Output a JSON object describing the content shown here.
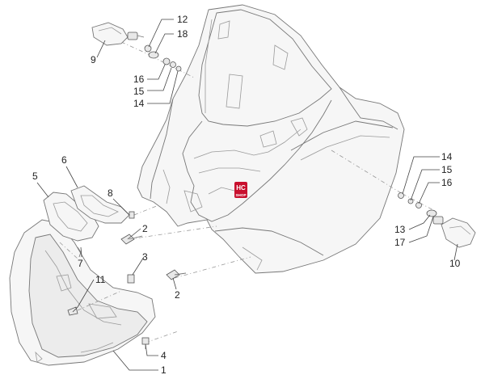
{
  "callouts": [
    {
      "id": "c9",
      "text": "9"
    },
    {
      "id": "c12",
      "text": "12"
    },
    {
      "id": "c18",
      "text": "18"
    },
    {
      "id": "c16a",
      "text": "16"
    },
    {
      "id": "c15a",
      "text": "15"
    },
    {
      "id": "c14a",
      "text": "14"
    },
    {
      "id": "c5",
      "text": "5"
    },
    {
      "id": "c6",
      "text": "6"
    },
    {
      "id": "c8",
      "text": "8"
    },
    {
      "id": "c2a",
      "text": "2"
    },
    {
      "id": "c7",
      "text": "7"
    },
    {
      "id": "c3",
      "text": "3"
    },
    {
      "id": "c11",
      "text": "11"
    },
    {
      "id": "c2b",
      "text": "2"
    },
    {
      "id": "c4",
      "text": "4"
    },
    {
      "id": "c1",
      "text": "1"
    },
    {
      "id": "c14b",
      "text": "14"
    },
    {
      "id": "c15b",
      "text": "15"
    },
    {
      "id": "c16b",
      "text": "16"
    },
    {
      "id": "c13",
      "text": "13"
    },
    {
      "id": "c17",
      "text": "17"
    },
    {
      "id": "c10",
      "text": "10"
    }
  ],
  "watermark": {
    "line1": "HC",
    "line2": "SHOP"
  },
  "colors": {
    "watermark_red": "#c8102e",
    "watermark_dark": "#1a1a1a"
  }
}
